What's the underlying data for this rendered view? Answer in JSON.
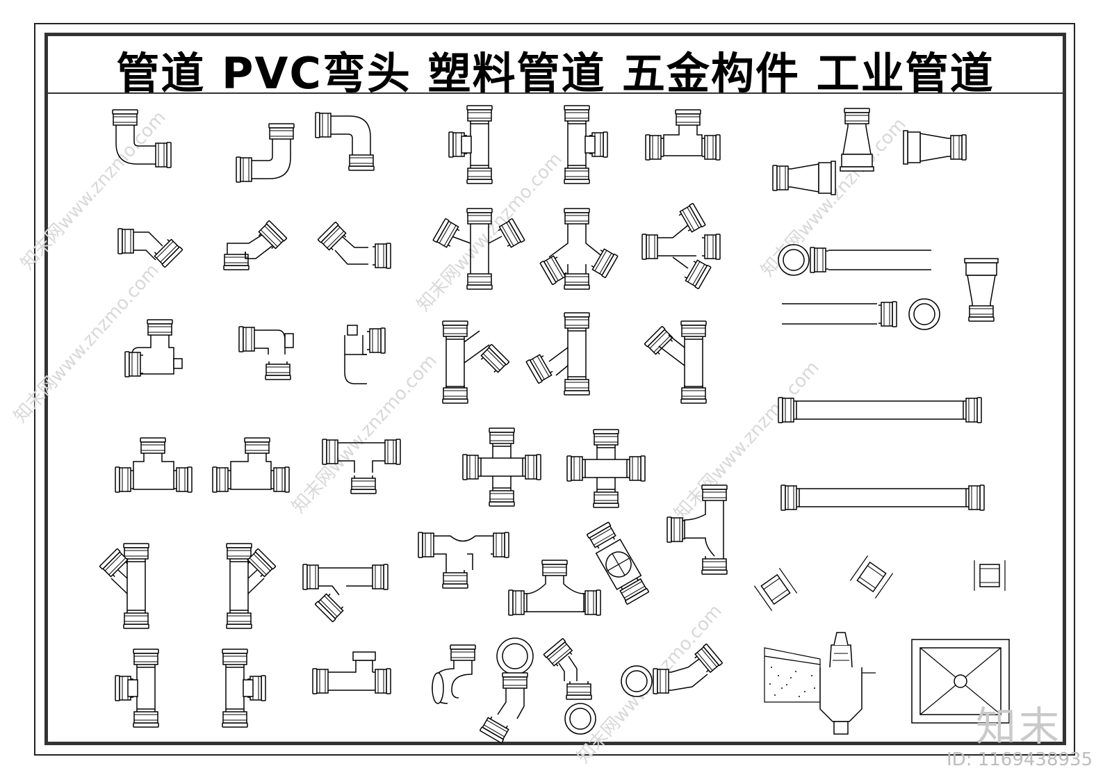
{
  "title": "管道 PVC弯头 塑料管道 五金构件 工业管道",
  "watermark": {
    "text": "知末网www.znzmo.com"
  },
  "logo": "知末",
  "id_label": "ID: 1169438935",
  "colors": {
    "line": "#000000",
    "frame": "#333333",
    "watermark": "#d8d8d8"
  },
  "icons": [
    "elbow-90-icon",
    "elbow-90-round-icon",
    "elbow-45-icon",
    "tee-icon",
    "reducer-icon",
    "cross-icon",
    "wye-icon",
    "straight-pipe-icon",
    "coupling-icon",
    "floor-drain-icon",
    "trap-icon"
  ]
}
